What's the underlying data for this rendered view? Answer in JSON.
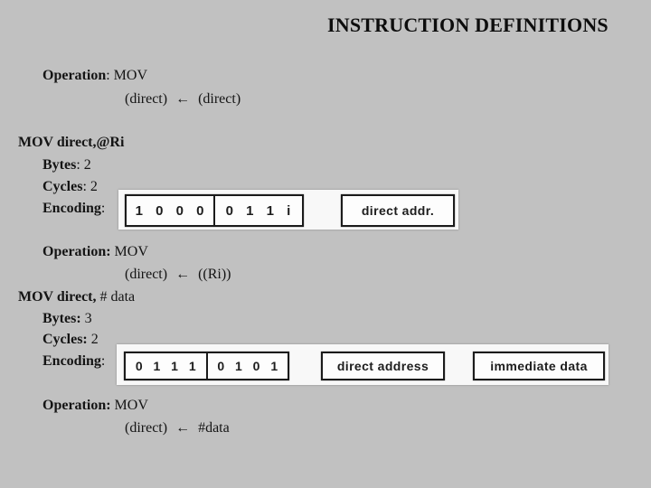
{
  "colors": {
    "background": "#c1c1c1",
    "text": "#141414",
    "strip_background": "#f8f8f8",
    "box_border": "#1b1b1b"
  },
  "title": "INSTRUCTION DEFINITIONS",
  "lines": {
    "op1": {
      "bold": "Operation",
      "rest": ": MOV"
    },
    "expr1": "(direct) ← (direct)",
    "mov1": {
      "bold": "MOV direct,@Ri",
      "rest": ""
    },
    "bytes1": {
      "bold": "Bytes",
      "rest": ": 2"
    },
    "cycles1": {
      "bold": "Cycles",
      "rest": ": 2"
    },
    "enc1": {
      "bold": "Encoding",
      "rest": ":"
    },
    "op2": {
      "bold": "Operation:",
      "rest": " MOV"
    },
    "expr2": "(direct) ← ((Ri))",
    "mov2": {
      "bold": "MOV direct,",
      "rest": " # data"
    },
    "bytes2": {
      "bold": "Bytes:",
      "rest": " 3"
    },
    "cycles2": {
      "bold": "Cycles:",
      "rest": " 2"
    },
    "enc2": {
      "bold": "Encoding",
      "rest": ":"
    },
    "op3": {
      "bold": "Operation:",
      "rest": " MOV"
    },
    "expr3": "(direct) ← #data"
  },
  "encoding1": {
    "bits": [
      "1 0 0 0",
      "0 1 1 i"
    ],
    "operands": [
      "direct addr."
    ]
  },
  "encoding2": {
    "bits": [
      "0 1 1 1",
      "0 1 0 1"
    ],
    "operands": [
      "direct address",
      "immediate data"
    ]
  }
}
